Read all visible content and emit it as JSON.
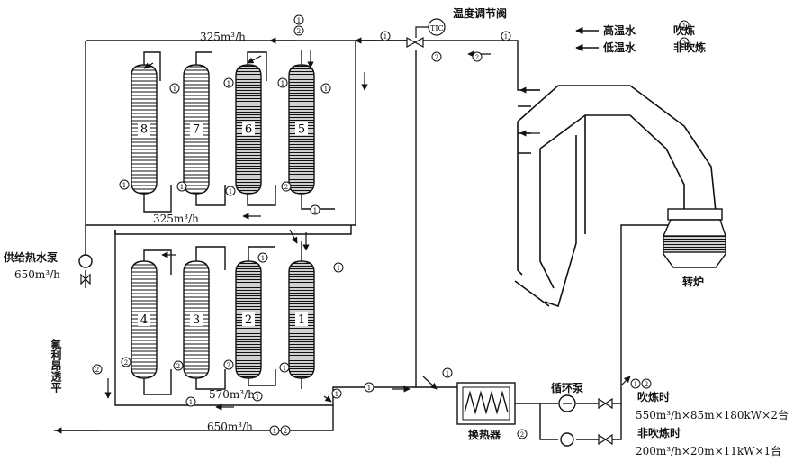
{
  "labels": {
    "temp_valve": "温度调节阀",
    "flow_top": "325m³/h",
    "flow_mid": "325m³/h",
    "flow_bottom": "570m³/h",
    "flow_return": "650m³/h",
    "supply_pump": "供给热水泵",
    "supply_pump_flow": "650m³/h",
    "to_fresh_water": "氟利昂透平",
    "heat_exchanger": "换热器",
    "circ_pump": "循环泵",
    "converter": "转炉",
    "blow_time": "吹炼时",
    "blow_spec": "550m³/h×85m×180kW×2台",
    "nonblow_time": "非吹炼时",
    "nonblow_spec": "200m³/h×20m×11kW×1台"
  },
  "legend": {
    "high_temp_water": "高温水",
    "low_temp_water": "低温水",
    "blowing": "吹炼",
    "non_blowing": "非吹炼"
  },
  "accumulators": [
    "8",
    "7",
    "6",
    "5",
    "4",
    "3",
    "2",
    "1"
  ],
  "markers": {
    "one": "1",
    "two": "2"
  }
}
